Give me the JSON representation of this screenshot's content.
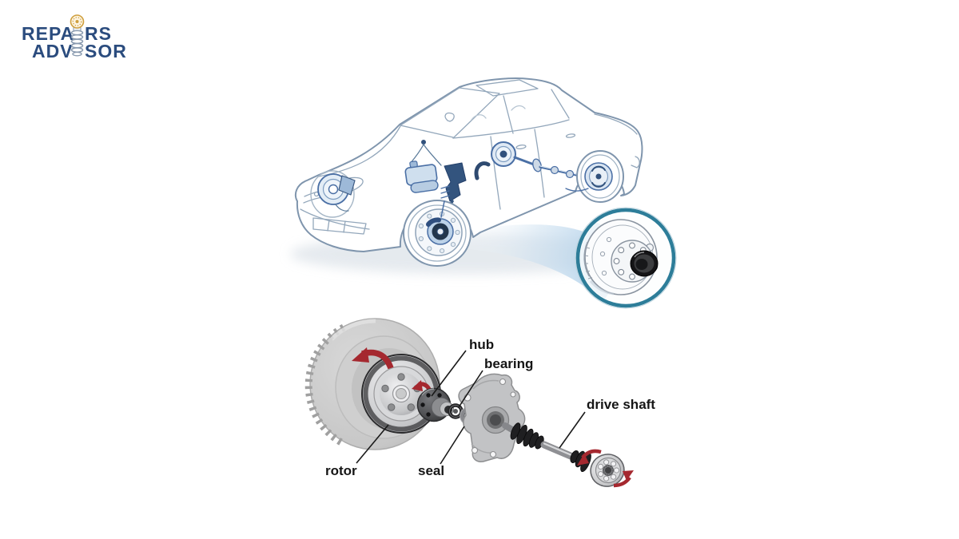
{
  "logo": {
    "brand_name": "Repairs Advisor",
    "line1_left": "REPA",
    "line1_right": "RS",
    "line2_left": "ADV",
    "line2_right": "SOR",
    "text_color": "#2b4c7e",
    "accent_gold": "#cf9f3e",
    "icon": "spring-bolt-icon"
  },
  "diagram": {
    "type": "exploded-parts-illustration",
    "subject": "Car wheel hub and brake assembly",
    "components_depicted": [
      "sedan line drawing with brake system highlighted",
      "zoom callout circle of wheel hub and bearing",
      "tire",
      "rotor",
      "hub",
      "bearing",
      "seal",
      "steering knuckle",
      "drive shaft with CV joints"
    ],
    "labels": {
      "hub": "hub",
      "bearing": "bearing",
      "rotor": "rotor",
      "seal": "seal",
      "drive_shaft": "drive shaft"
    },
    "colors": {
      "background": "#ffffff",
      "car_outline": "#7f95ad",
      "brake_highlight_blue": "#4a6fa5",
      "dark_component_blue": "#31517c",
      "magnifier_ring_teal": "#2d7d99",
      "callout_cone_blue": "#9cc4e4",
      "rotation_arrow_red": "#a5282f",
      "label_text": "#151515",
      "metal_gray": "#b9babc"
    }
  }
}
